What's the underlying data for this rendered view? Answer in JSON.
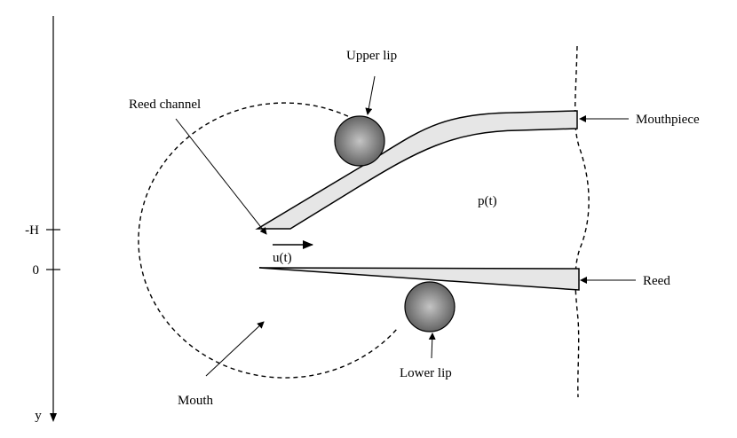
{
  "labels": {
    "upper_lip": "Upper lip",
    "reed_channel": "Reed channel",
    "mouthpiece": "Mouthpiece",
    "pressure": "p(t)",
    "flow": "u(t)",
    "reed": "Reed",
    "lower_lip": "Lower lip",
    "mouth": "Mouth"
  },
  "axis": {
    "variable": "y",
    "tick_labels": [
      "-H",
      "0"
    ]
  },
  "colors": {
    "stroke": "#000000",
    "reed_fill": "#e6e6e6",
    "lip_light": "#c4c4c4",
    "lip_dark": "#5a5a5a"
  }
}
